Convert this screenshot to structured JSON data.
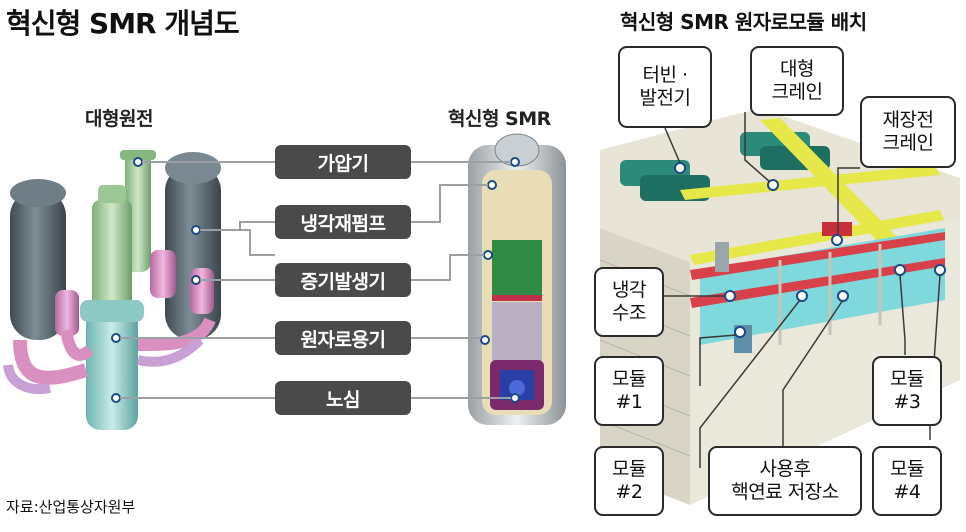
{
  "left": {
    "title": "혁신형 SMR 개념도",
    "large_label": "대형원전",
    "smr_label": "혁신형 SMR",
    "components": [
      "가압기",
      "냉각재펌프",
      "증기발생기",
      "원자로용기",
      "노심"
    ],
    "source": "자료:산업통상자원부"
  },
  "right": {
    "title": "혁신형 SMR 원자로모듈 배치",
    "callouts": {
      "turbine": [
        "터빈 ·",
        "발전기"
      ],
      "large_crane": [
        "대형",
        "크레인"
      ],
      "refuel_crane": [
        "재장전",
        "크레인"
      ],
      "pool": [
        "냉각",
        "수조"
      ],
      "module1": [
        "모듈",
        "#1"
      ],
      "module2": [
        "모듈",
        "#2"
      ],
      "module3": [
        "모듈",
        "#3"
      ],
      "module4": [
        "모듈",
        "#4"
      ],
      "spent_fuel": [
        "사용후",
        "핵연료 저장소"
      ]
    }
  },
  "colors": {
    "pill_bg": "#4a4a4a",
    "vessel_gray": "#5f6e78",
    "steam_gen_green": "#a9cfa2",
    "pipe_pink": "#d98fc0",
    "reactor_teal": "#9fd3cf",
    "crane_yellow": "#e6e84a",
    "crane_red": "#d8404a",
    "pool_cyan": "#7fd8dc"
  }
}
